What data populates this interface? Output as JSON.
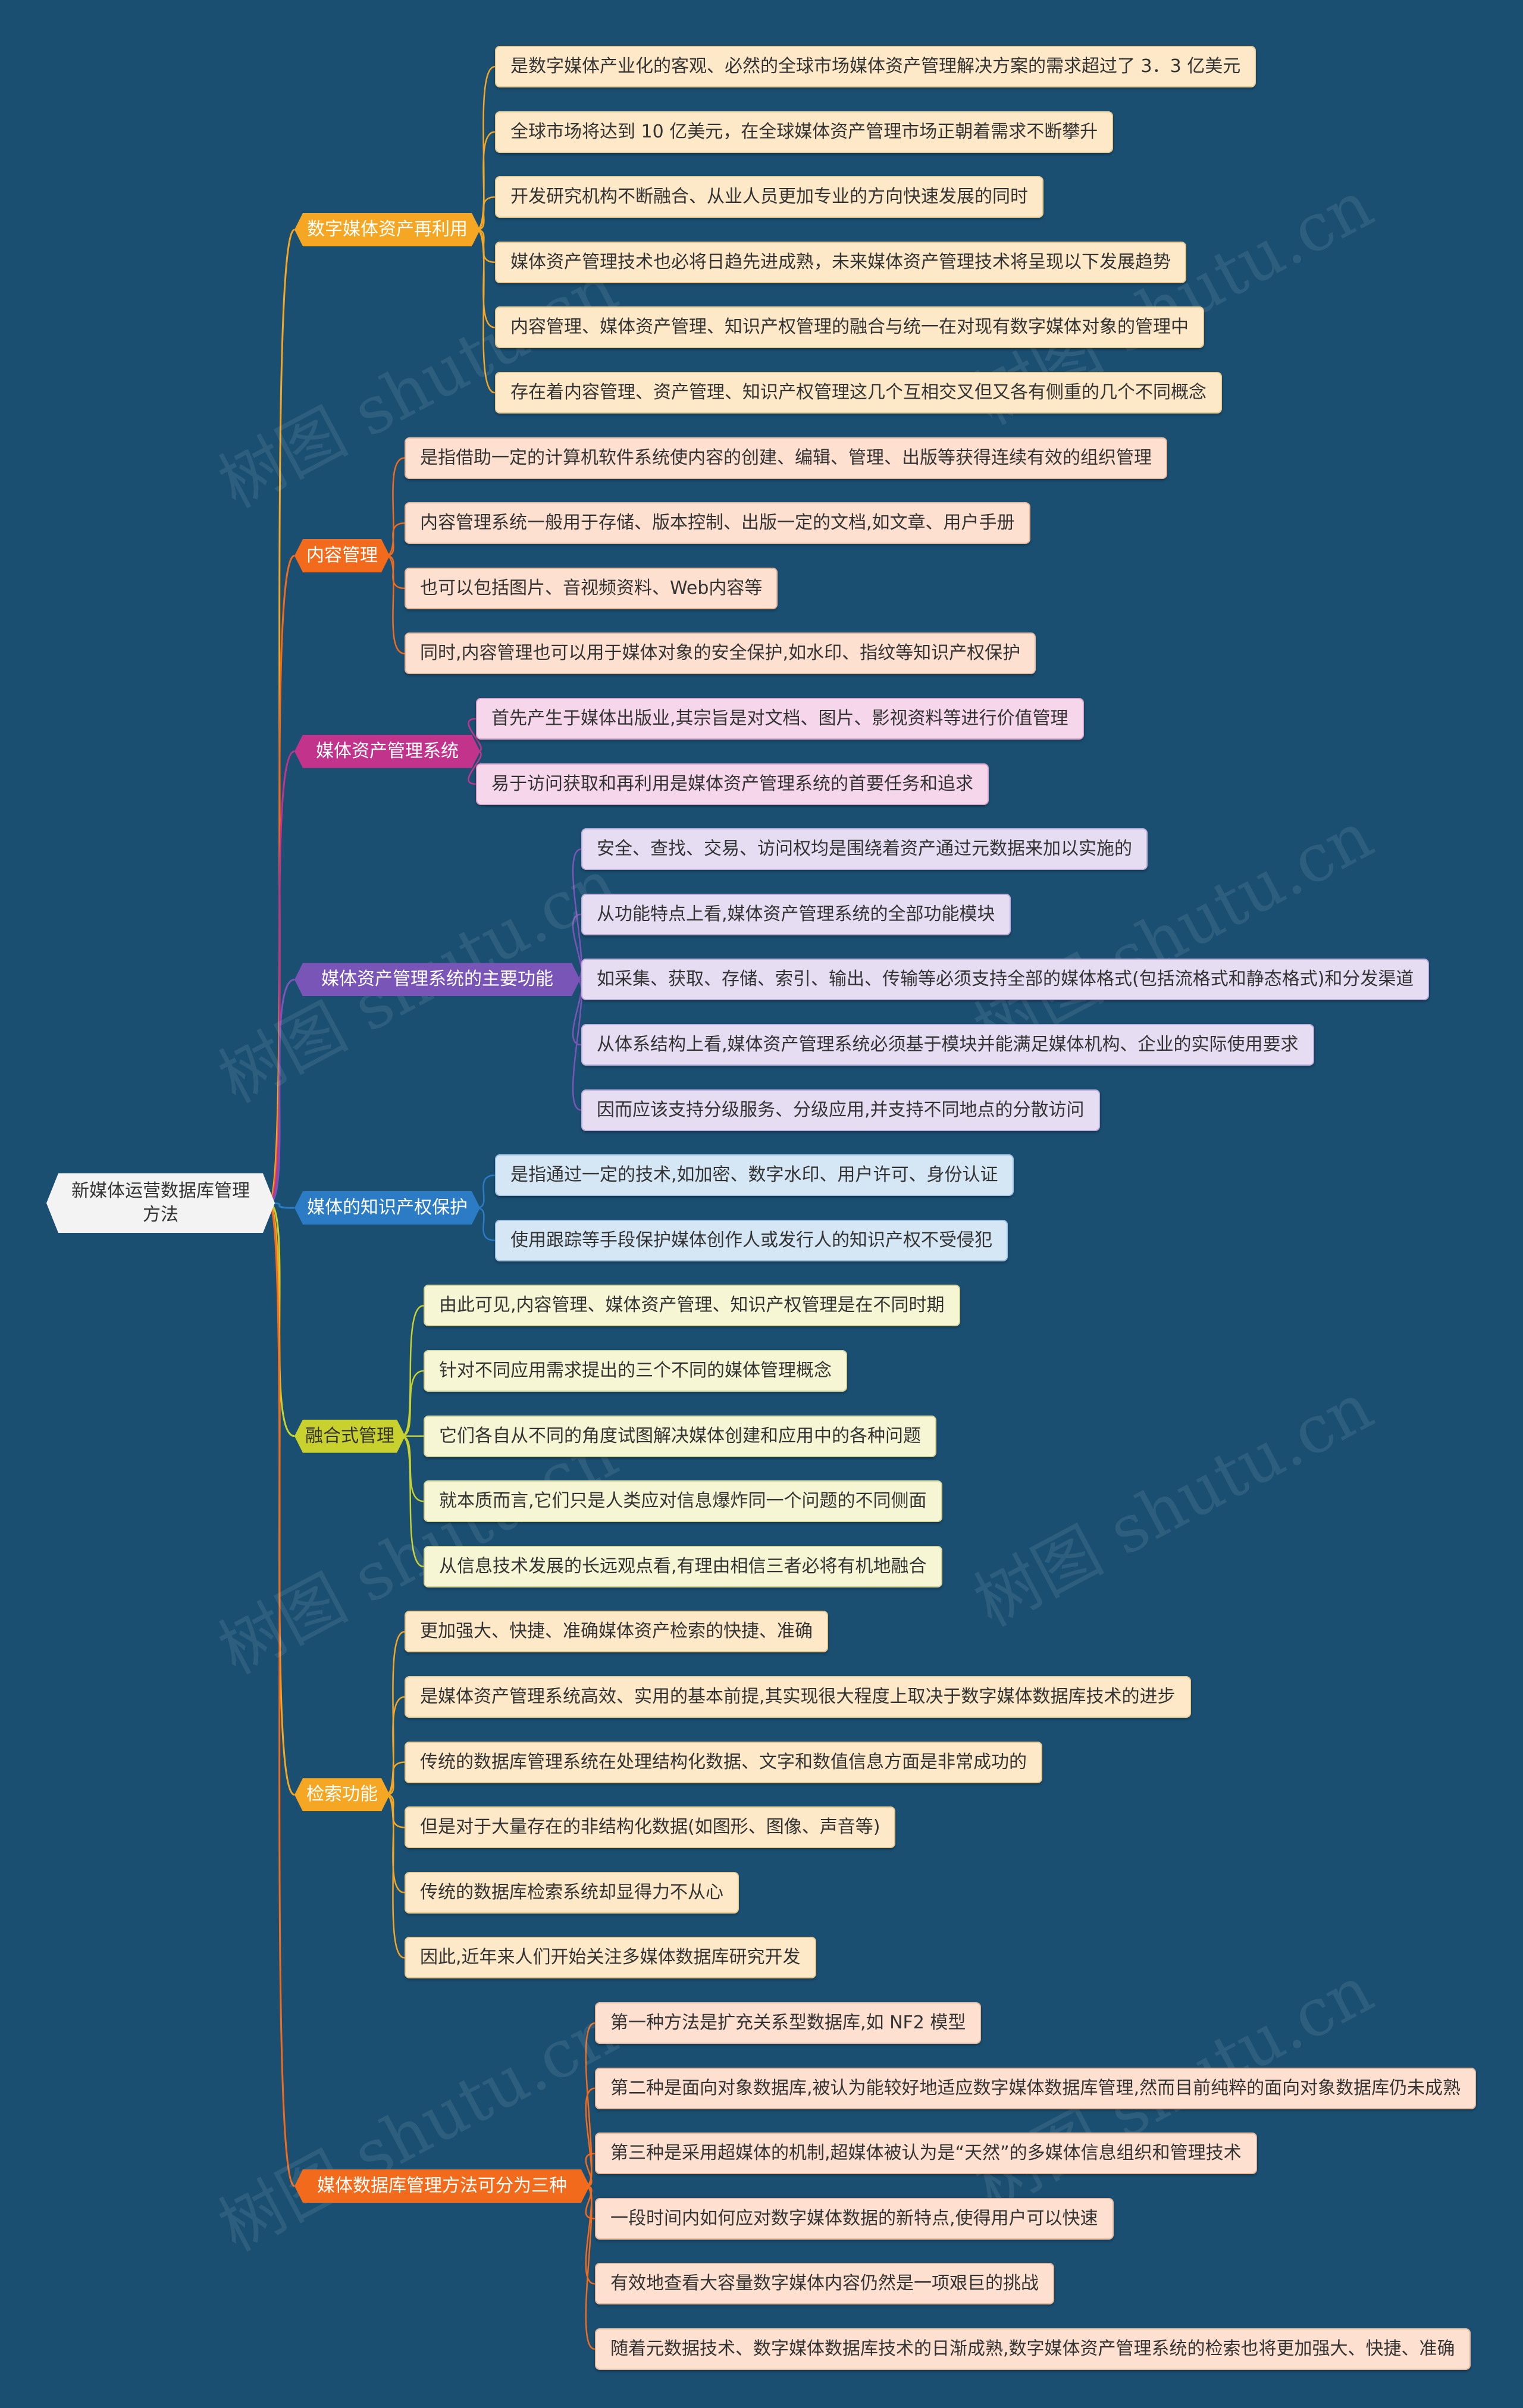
{
  "root": {
    "label": "新媒体运营数据库管理方法"
  },
  "branches": [
    {
      "label": "数字媒体资产再利用",
      "color": "#f5a623",
      "leafColor": "#fde9c8",
      "leafBorder": "#e9c98c",
      "leaves": [
        "是数字媒体产业化的客观、必然的全球市场媒体资产管理解决方案的需求超过了 3．3 亿美元",
        "全球市场将达到 10 亿美元，在全球媒体资产管理市场正朝着需求不断攀升",
        "开发研究机构不断融合、从业人员更加专业的方向快速发展的同时",
        "媒体资产管理技术也必将日趋先进成熟，未来媒体资产管理技术将呈现以下发展趋势",
        "内容管理、媒体资产管理、知识产权管理的融合与统一在对现有数字媒体对象的管理中",
        "存在着内容管理、资产管理、知识产权管理这几个互相交叉但又各有侧重的几个不同概念"
      ]
    },
    {
      "label": "内容管理",
      "color": "#f26b1d",
      "leafColor": "#fde0cf",
      "leafBorder": "#e9b79a",
      "leaves": [
        "是指借助一定的计算机软件系统使内容的创建、编辑、管理、出版等获得连续有效的组织管理",
        "内容管理系统一般用于存储、版本控制、出版一定的文档,如文章、用户手册",
        "也可以包括图片、音视频资料、Web内容等",
        "同时,内容管理也可以用于媒体对象的安全保护,如水印、指纹等知识产权保护"
      ]
    },
    {
      "label": "媒体资产管理系统",
      "color": "#c2348c",
      "leafColor": "#f6d6ea",
      "leafBorder": "#dda3c6",
      "leaves": [
        "首先产生于媒体出版业,其宗旨是对文档、图片、影视资料等进行价值管理",
        "易于访问获取和再利用是媒体资产管理系统的首要任务和追求"
      ]
    },
    {
      "label": "媒体资产管理系统的主要功能",
      "color": "#7a55b8",
      "leafColor": "#e6ddf3",
      "leafBorder": "#beadd9",
      "leaves": [
        "安全、查找、交易、访问权均是围绕着资产通过元数据来加以实施的",
        "从功能特点上看,媒体资产管理系统的全部功能模块",
        "如采集、获取、存储、索引、输出、传输等必须支持全部的媒体格式(包括流格式和静态格式)和分发渠道",
        "从体系结构上看,媒体资产管理系统必须基于模块并能满足媒体机构、企业的实际使用要求",
        "因而应该支持分级服务、分级应用,并支持不同地点的分散访问"
      ]
    },
    {
      "label": "媒体的知识产权保护",
      "color": "#2b7cc4",
      "leafColor": "#d5e6f5",
      "leafBorder": "#9fc2e3",
      "leaves": [
        "是指通过一定的技术,如加密、数字水印、用户许可、身份认证",
        "使用跟踪等手段保护媒体创作人或发行人的知识产权不受侵犯"
      ]
    },
    {
      "label": "融合式管理",
      "color": "#c8d12e",
      "textColor": "#333",
      "leafColor": "#f6f6d4",
      "leafBorder": "#d6d69a",
      "leaves": [
        "由此可见,内容管理、媒体资产管理、知识产权管理是在不同时期",
        "针对不同应用需求提出的三个不同的媒体管理概念",
        "它们各自从不同的角度试图解决媒体创建和应用中的各种问题",
        "就本质而言,它们只是人类应对信息爆炸同一个问题的不同侧面",
        "从信息技术发展的长远观点看,有理由相信三者必将有机地融合"
      ]
    },
    {
      "label": "检索功能",
      "color": "#f5a623",
      "leafColor": "#fde9c8",
      "leafBorder": "#e9c98c",
      "leaves": [
        "更加强大、快捷、准确媒体资产检索的快捷、准确",
        "是媒体资产管理系统高效、实用的基本前提,其实现很大程度上取决于数字媒体数据库技术的进步",
        "传统的数据库管理系统在处理结构化数据、文字和数值信息方面是非常成功的",
        "但是对于大量存在的非结构化数据(如图形、图像、声音等)",
        "传统的数据库检索系统却显得力不从心",
        "因此,近年来人们开始关注多媒体数据库研究开发"
      ]
    },
    {
      "label": "媒体数据库管理方法可分为三种",
      "color": "#f26b1d",
      "leafColor": "#fde0cf",
      "leafBorder": "#e9b79a",
      "leaves": [
        "第一种方法是扩充关系型数据库,如 NF2 模型",
        "第二种是面向对象数据库,被认为能较好地适应数字媒体数据库管理,然而目前纯粹的面向对象数据库仍未成熟",
        "第三种是采用超媒体的机制,超媒体被认为是“天然”的多媒体信息组织和管理技术",
        "一段时间内如何应对数字媒体数据的新特点,使得用户可以快速",
        "有效地查看大容量数字媒体内容仍然是一项艰巨的挑战",
        "随着元数据技术、数字媒体数据库技术的日渐成熟,数字媒体资产管理系统的检索也将更加强大、快捷、准确"
      ]
    }
  ],
  "watermark": "树图 shutu.cn"
}
